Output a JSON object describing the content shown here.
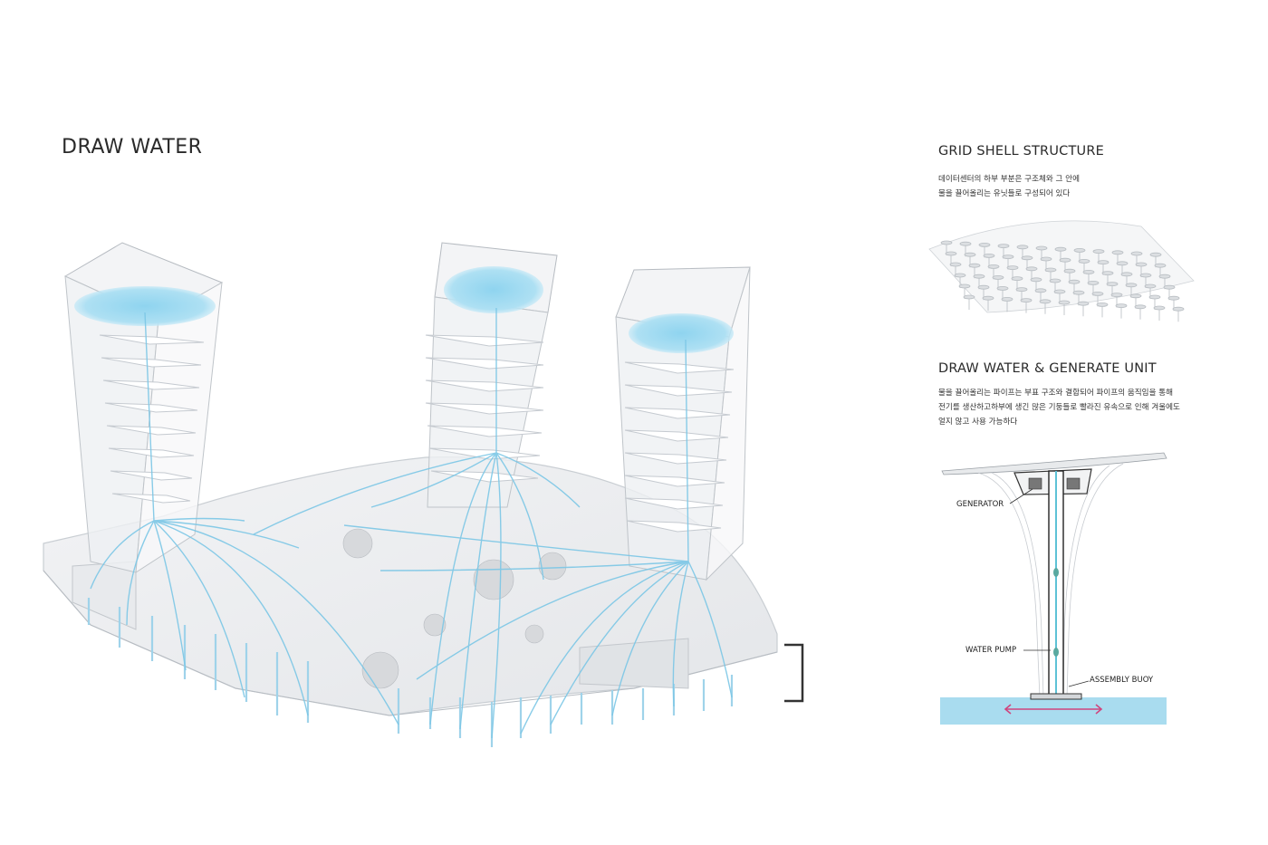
{
  "main": {
    "title": "DRAW WATER"
  },
  "grid_shell": {
    "title": "GRID SHELL STRUCTURE",
    "description": [
      "데이터센터의 하부 부분은 구조체와 그 안에",
      "물을 끌어올리는 유닛들로 구성되어 있다"
    ]
  },
  "unit": {
    "title": "DRAW WATER & GENERATE UNIT",
    "description": [
      "물을 끌어올리는 파이프는 부표 구조와 결합되어 파이프의 움직임을 통해",
      "전기를 생산하고하부에 생긴 많은 기둥들로 빨라진 유속으로 인해 겨울에도",
      "얼지 않고 사용 가능하다"
    ],
    "labels": {
      "generator": "GENERATOR",
      "water_pump": "WATER PUMP",
      "assembly_buoy": "ASSEMBLY BUOY"
    }
  },
  "colors": {
    "water": "#a9dcef",
    "water_line": "#7cc7e6",
    "structure": "#c9ced3",
    "arrow": "#d0457e"
  }
}
